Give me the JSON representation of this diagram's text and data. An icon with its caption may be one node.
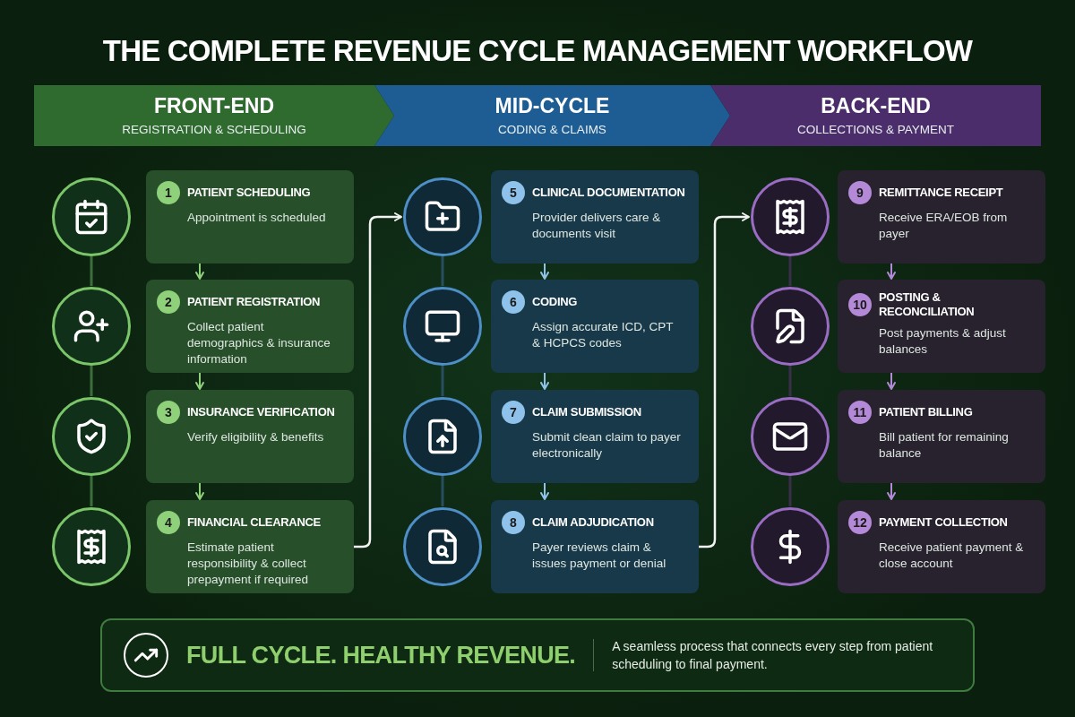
{
  "diagram": {
    "title": "THE COMPLETE REVENUE CYCLE MANAGEMENT WORKFLOW",
    "nodes": [
      {
        "text": [
          "FRONT-END",
          "REGISTRATION & SCHEDULING"
        ]
      },
      {
        "text": [
          "MID-CYCLE",
          "CODING & CLAIMS"
        ]
      },
      {
        "text": [
          "BACK-END",
          "COLLECTIONS & PAYMENT"
        ]
      },
      {
        "text": [],
        "shape": "circle"
      },
      {
        "text": [
          "1",
          "PATIENT SCHEDULING",
          "Appointment is scheduled"
        ]
      },
      {
        "text": [],
        "shape": "circle"
      },
      {
        "text": [
          "2",
          "PATIENT REGISTRATION",
          "Collect patient demographics & insurance information"
        ]
      },
      {
        "text": [],
        "shape": "circle"
      },
      {
        "text": [
          "3",
          "INSURANCE VERIFICATION",
          "Verify eligibility & benefits"
        ]
      },
      {
        "text": [],
        "shape": "circle"
      },
      {
        "text": [
          "4",
          "FINANCIAL CLEARANCE",
          "Estimate patient responsibility & collect prepayment if required"
        ]
      },
      {
        "text": [],
        "shape": "circle"
      },
      {
        "text": [
          "5",
          "CLINICAL DOCUMENTATION",
          "Provider delivers care & documents visit"
        ]
      },
      {
        "text": [],
        "shape": "circle"
      },
      {
        "text": [
          "6",
          "CODING",
          "Assign accurate ICD, CPT & HCPCS codes"
        ]
      },
      {
        "text": [],
        "shape": "circle"
      },
      {
        "text": [
          "7",
          "CLAIM SUBMISSION",
          "Submit clean claim to payer electronically"
        ]
      },
      {
        "text": [],
        "shape": "circle"
      },
      {
        "text": [
          "8",
          "CLAIM ADJUDICATION",
          "Payer reviews claim & issues payment or denial"
        ]
      },
      {
        "text": [],
        "shape": "circle"
      },
      {
        "text": [
          "9",
          "REMITTANCE RECEIPT",
          "Receive ERA/EOB from payer"
        ]
      },
      {
        "text": [],
        "shape": "circle"
      },
      {
        "text": [
          "10",
          "POSTING & RECONCILIATION",
          "Post payments & adjust balances"
        ]
      },
      {
        "text": [],
        "shape": "circle"
      },
      {
        "text": [
          "11",
          "PATIENT BILLING",
          "Bill patient for remaining balance"
        ]
      },
      {
        "text": [],
        "shape": "circle"
      },
      {
        "text": [
          "12",
          "PAYMENT COLLECTION",
          "Receive patient payment & close account"
        ]
      },
      {
        "text": [
          "FULL CYCLE. HEALTHY REVENUE.",
          "A seamless process that connects every step from patient scheduling to final payment."
        ]
      }
    ],
    "edges": [
      {
        "from": 4,
        "to": 6,
        "arrow": "to",
        "color": "#8fd07a"
      },
      {
        "from": 6,
        "to": 8,
        "arrow": "to",
        "color": "#8fd07a"
      },
      {
        "from": 8,
        "to": 10,
        "arrow": "to",
        "color": "#8fd07a"
      },
      {
        "from": 3,
        "to": 5,
        "arrow": "none",
        "color": "#3c6e3c"
      },
      {
        "from": 5,
        "to": 7,
        "arrow": "none",
        "color": "#3c6e3c"
      },
      {
        "from": 7,
        "to": 9,
        "arrow": "none",
        "color": "#3c6e3c"
      },
      {
        "from": 10,
        "to": 11,
        "arrow": "to",
        "color": "#f2f2f2"
      },
      {
        "from": 12,
        "to": 14,
        "arrow": "to",
        "color": "#8fc2ea"
      },
      {
        "from": 14,
        "to": 16,
        "arrow": "to",
        "color": "#8fc2ea"
      },
      {
        "from": 16,
        "to": 18,
        "arrow": "to",
        "color": "#8fc2ea"
      },
      {
        "from": 11,
        "to": 13,
        "arrow": "none",
        "color": "#284f60"
      },
      {
        "from": 13,
        "to": 15,
        "arrow": "none",
        "color": "#284f60"
      },
      {
        "from": 15,
        "to": 17,
        "arrow": "none",
        "color": "#284f60"
      },
      {
        "from": 18,
        "to": 19,
        "arrow": "to",
        "color": "#f2f2f2"
      },
      {
        "from": 20,
        "to": 22,
        "arrow": "to",
        "color": "#b48ad8"
      },
      {
        "from": 22,
        "to": 24,
        "arrow": "to",
        "color": "#b48ad8"
      },
      {
        "from": 24,
        "to": 26,
        "arrow": "to",
        "color": "#b48ad8"
      },
      {
        "from": 19,
        "to": 21,
        "arrow": "none",
        "color": "#3a2f48"
      },
      {
        "from": 21,
        "to": 23,
        "arrow": "none",
        "color": "#3a2f48"
      },
      {
        "from": 23,
        "to": 25,
        "arrow": "none",
        "color": "#3a2f48"
      }
    ]
  }
}
